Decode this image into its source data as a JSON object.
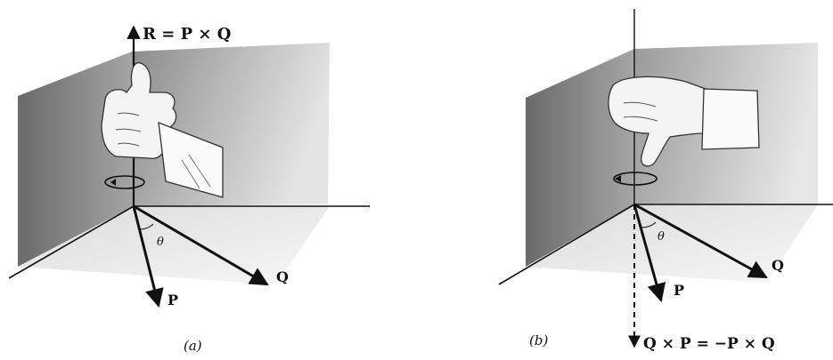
{
  "figure_a": {
    "caption": "(a)",
    "label_R": "R = P × Q",
    "label_P": "P",
    "label_Q": "Q",
    "label_theta": "θ"
  },
  "figure_b": {
    "caption": "(b)",
    "label_result": "Q × P = −P × Q",
    "label_P": "P",
    "label_Q": "Q",
    "label_theta": "θ"
  }
}
